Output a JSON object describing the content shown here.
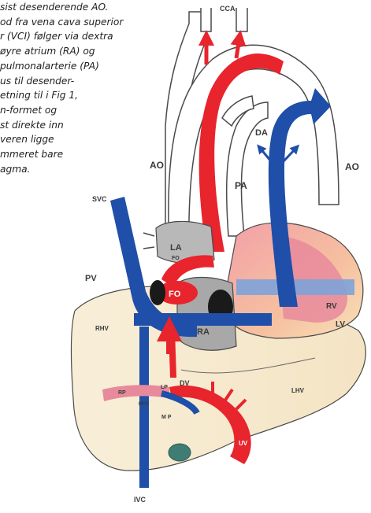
{
  "caption": [
    "sist desenderende AO.",
    "od fra vena cava superior",
    "r (VCI) følger via dextra",
    "øyre atrium (RA) og",
    "pulmonalarterie (PA)",
    "us til desender-",
    "etning til i Fig 1,",
    "n-formet og",
    "st direkte inn",
    "veren ligge",
    "mmeret bare",
    "agma."
  ],
  "labels": {
    "cca": "CCA",
    "da": "DA",
    "ao_left": "AO",
    "ao_right": "AO",
    "pa": "PA",
    "svc": "SVC",
    "la": "LA",
    "fo_small": "FO",
    "pv": "PV",
    "fo": "FO",
    "rv": "RV",
    "lv": "LV",
    "rhv": "RHV",
    "ra": "RA",
    "dv": "DV",
    "lhv": "LHV",
    "mhv": "MHV",
    "rp": "RP",
    "lp": "LP",
    "mp": "M P",
    "uv": "UV",
    "ivc": "IVC"
  },
  "colors": {
    "oxygenated": "#e8242c",
    "deoxygenated": "#1f4fa8",
    "mixed_pink": "#e78a9c",
    "liver": "#f7ead2",
    "heart_peach": "#f6c79e",
    "outline": "#4a4a4a"
  }
}
